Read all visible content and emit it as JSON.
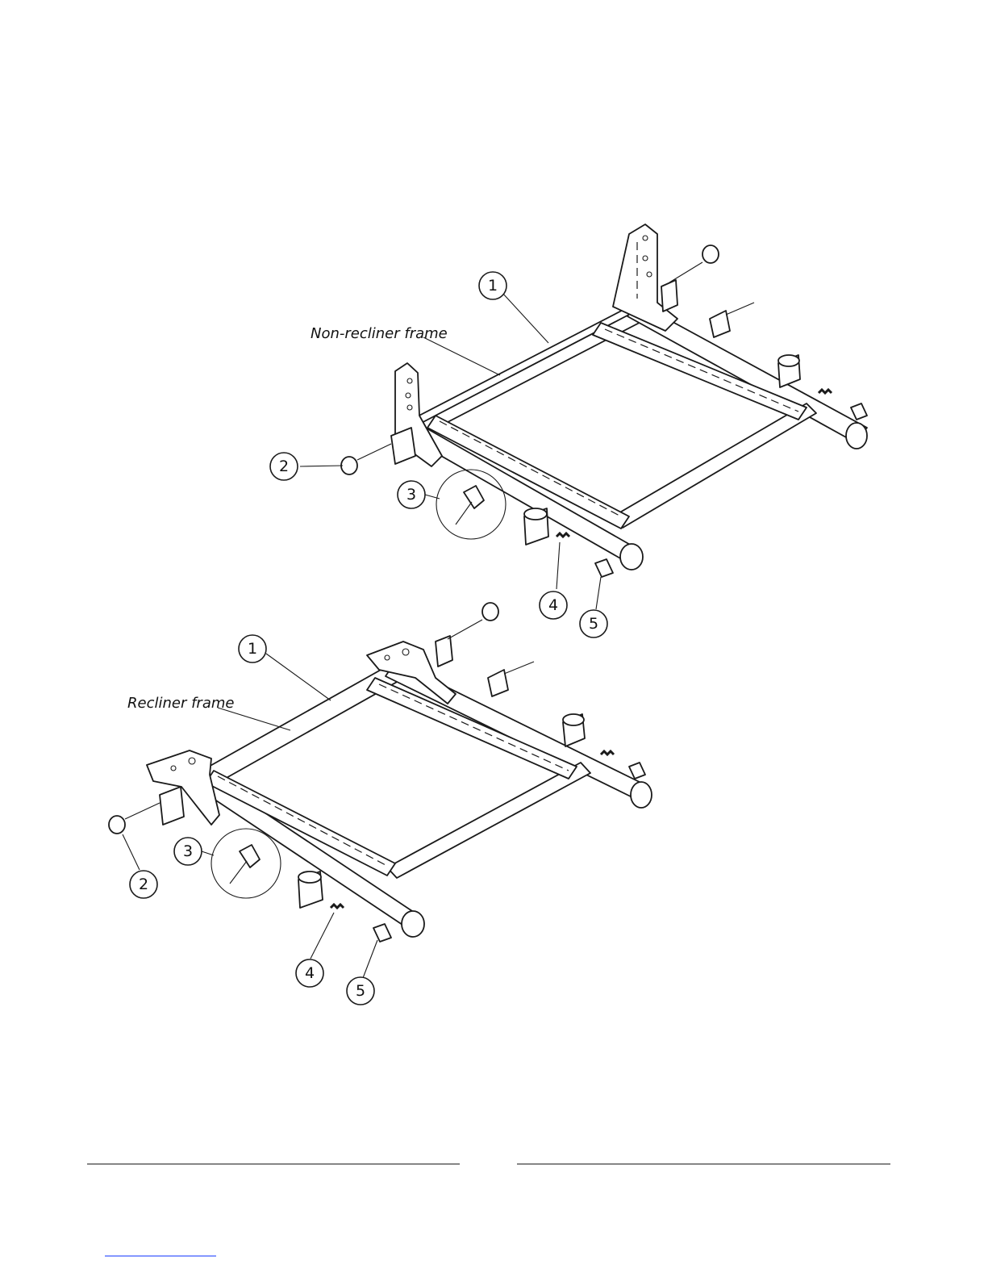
{
  "figure": {
    "upper_assembly": {
      "label": "Non-recliner frame",
      "callouts": [
        "1",
        "2",
        "3",
        "4",
        "5"
      ]
    },
    "lower_assembly": {
      "label": "Recliner frame",
      "callouts": [
        "1",
        "2",
        "3",
        "4",
        "5"
      ]
    }
  },
  "footer": {
    "rules": 2
  }
}
